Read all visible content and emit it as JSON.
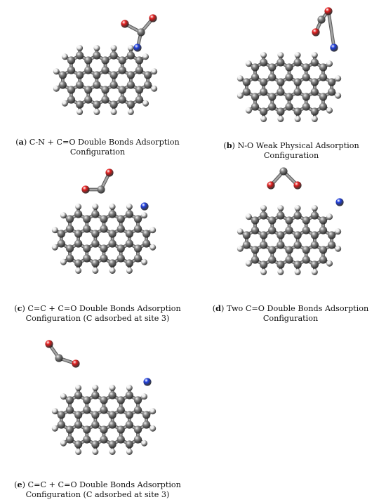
{
  "panels": [
    {
      "id": "a",
      "label": "a",
      "caption": "C-N + C=O Double Bonds Adsorption Configuration"
    },
    {
      "id": "b",
      "label": "b",
      "caption": "N-O Weak Physical Adsorption Configuration"
    },
    {
      "id": "c",
      "label": "c",
      "caption": "C=C + C=O Double Bonds Adsorption Configuration (C adsorbed at site 3)"
    },
    {
      "id": "d",
      "label": "d",
      "caption": "Two C=O Double Bonds Adsorption Configuration"
    },
    {
      "id": "e",
      "label": "e",
      "caption": "C=C + C=O Double Bonds Adsorption Configuration (C adsorbed at site 3)"
    }
  ],
  "colors": {
    "carbon": "#8a8a8a",
    "hydrogen": "#f2f2f2",
    "nitrogen": "#1f3fe0",
    "oxygen": "#e61e1e"
  },
  "icons": [
    "molecule-model"
  ]
}
